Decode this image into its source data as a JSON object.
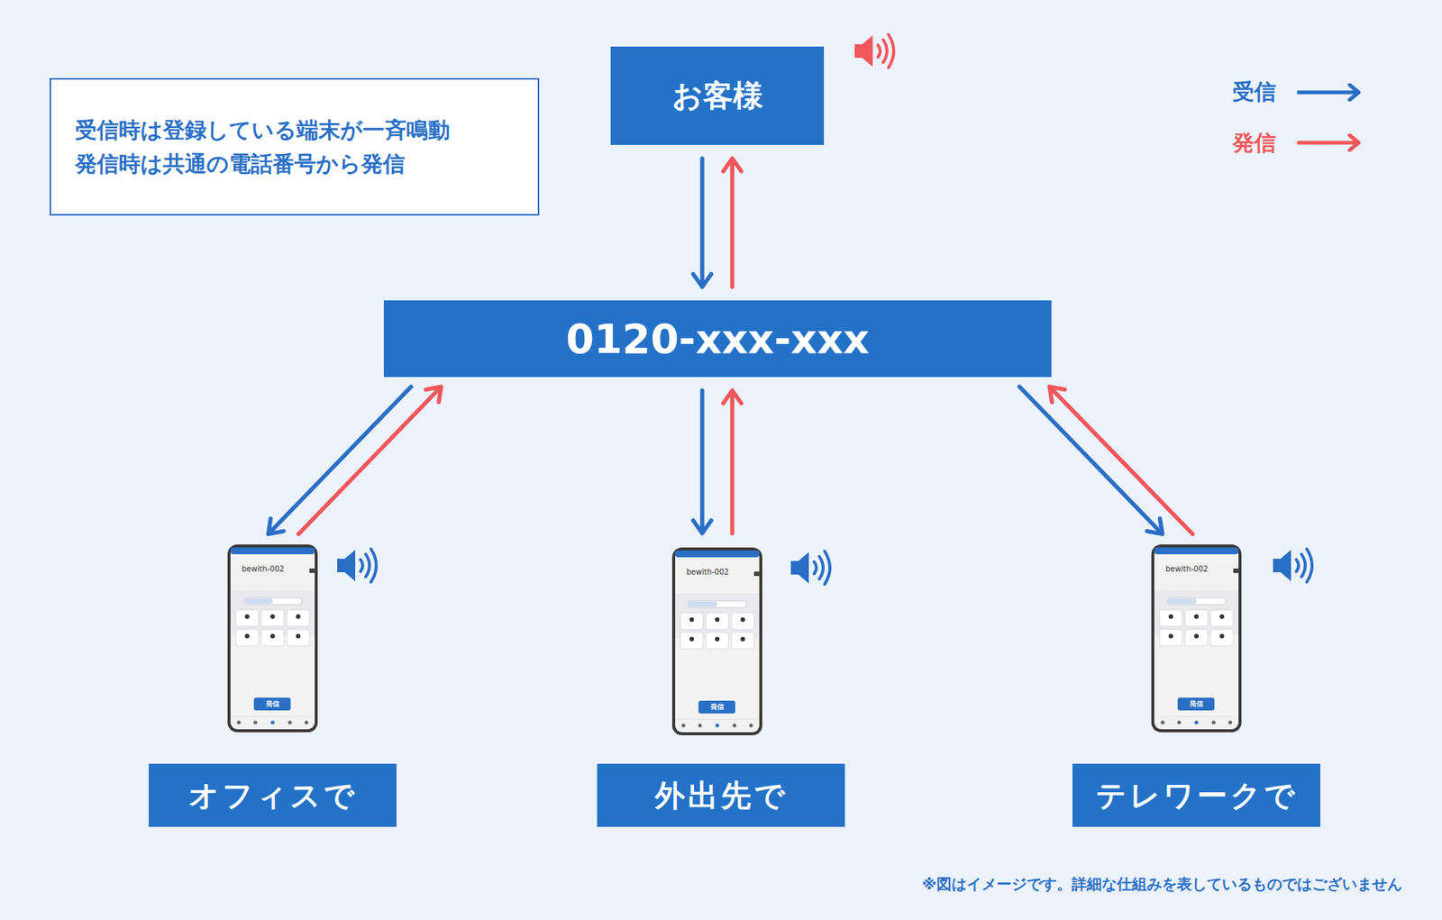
{
  "diagram": {
    "nodes": [
      {
        "text": [
          "受信時は登録している端末が一斉鳴動",
          "発信時は共通の電話番号から発信"
        ]
      },
      {
        "text": [
          "お客様"
        ]
      },
      {
        "text": [
          "0120-xxx-xxx"
        ]
      },
      {
        "text": [
          "bewith-002",
          "発信"
        ]
      },
      {
        "text": [
          "bewith-002",
          "発信"
        ]
      },
      {
        "text": [
          "bewith-002",
          "発信"
        ]
      },
      {
        "text": [
          "オフィスで"
        ]
      },
      {
        "text": [
          "外出先で"
        ]
      },
      {
        "text": [
          "テレワークで"
        ]
      }
    ],
    "edges": [
      {
        "from": 1,
        "to": 2,
        "arrow": "to"
      },
      {
        "from": 2,
        "to": 1,
        "arrow": "to"
      },
      {
        "from": 2,
        "to": 3,
        "arrow": "to"
      },
      {
        "from": 3,
        "to": 2,
        "arrow": "to"
      },
      {
        "from": 2,
        "to": 4,
        "arrow": "to"
      },
      {
        "from": 4,
        "to": 2,
        "arrow": "to"
      },
      {
        "from": 2,
        "to": 5,
        "arrow": "to"
      },
      {
        "from": 5,
        "to": 2,
        "arrow": "to"
      }
    ],
    "labels": [
      "※図はイメージです。詳細な仕組みを表しているものではございません"
    ],
    "legend": [
      {
        "text": "受信"
      },
      {
        "text": "発信"
      }
    ]
  }
}
